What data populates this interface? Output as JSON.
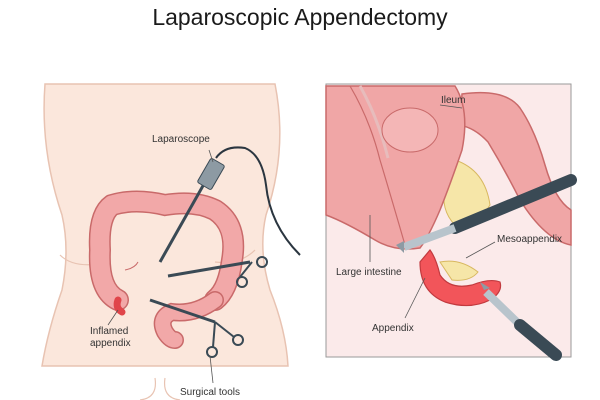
{
  "title": "Laparoscopic Appendectomy",
  "labels": {
    "laparoscope": "Laparoscope",
    "inflamed_line1": "Inflamed",
    "inflamed_line2": "appendix",
    "surgical_tools": "Surgical tools",
    "ileum": "Ileum",
    "mesoappendix": "Mesoappendix",
    "large_intestine": "Large intestine",
    "appendix": "Appendix"
  },
  "colors": {
    "skin": "#fbe7dc",
    "skin_outline": "#e8c3b2",
    "colon": "#f2a8a8",
    "colon_outline": "#c96a6a",
    "appendix": "#f2555a",
    "intestine": "#f0a6a6",
    "mesentery": "#f6e6a8",
    "inset_bg": "#fbeaea",
    "tool_dark": "#3a4a55",
    "tool_light": "#b8c4cc"
  }
}
